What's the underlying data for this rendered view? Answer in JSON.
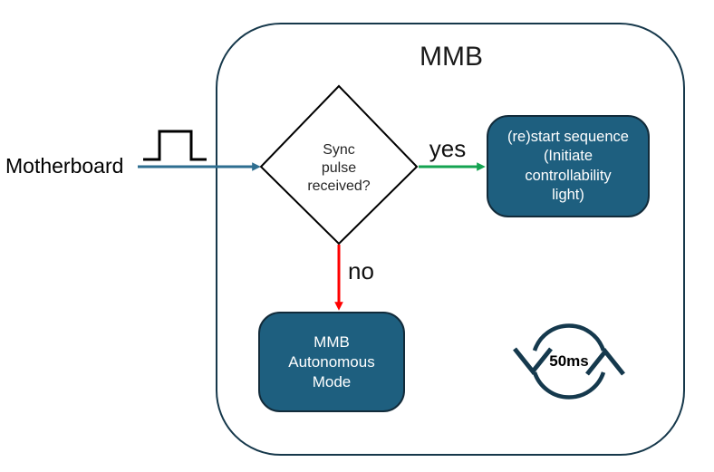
{
  "labels": {
    "external_source": "Motherboard",
    "container_title": "MMB",
    "yes": "yes",
    "no": "no",
    "loop_interval": "50ms"
  },
  "decision": {
    "line1": "Sync",
    "line2": "pulse",
    "line3": "received?"
  },
  "yes_box": {
    "line1": "(re)start sequence",
    "line2": "(Initiate",
    "line3": "controllability",
    "line4": "light)"
  },
  "no_box": {
    "line1": "MMB",
    "line2": "Autonomous",
    "line3": "Mode"
  },
  "icons": {
    "pulse": "square-pulse-icon",
    "loop": "circular-sync-arrows-icon"
  },
  "colors": {
    "container-border": "#16384B",
    "box-fill": "#1E5F7F",
    "box-border": "#122B3A",
    "arrow-blue": "#2E6E90",
    "arrow-green": "#14A351",
    "arrow-red": "#FF0000",
    "icon-stroke": "#15394D",
    "shape-stroke": "#000000",
    "text-dark": "#1A1A1A",
    "text-light": "#FFFFFF"
  }
}
